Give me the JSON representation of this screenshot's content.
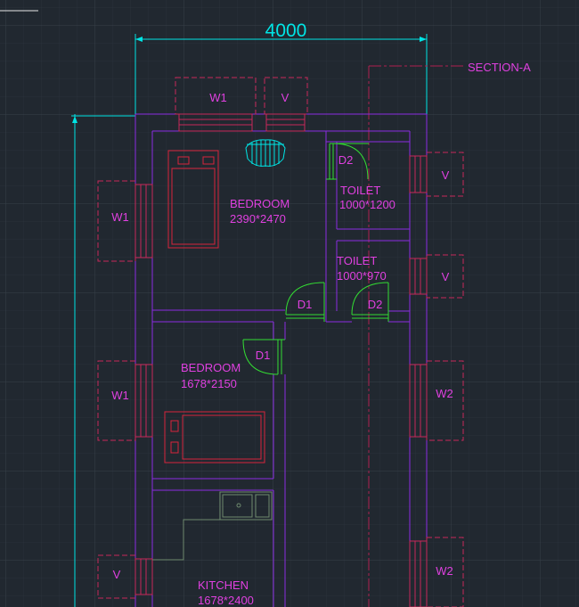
{
  "colors": {
    "background": "#212830",
    "grid_minor": "#2a323b",
    "grid_major": "#343e48",
    "wall": "#8a2be2",
    "window": "#c8285a",
    "furniture": "#d8243c",
    "door": "#33dd33",
    "dimension": "#00e5e5",
    "text": "#e040e0",
    "section_line": "#b02050",
    "kitchen_fixture": "#6e8a6e"
  },
  "dimension": {
    "width_label": "4000"
  },
  "section": {
    "label": "SECTION-A"
  },
  "rooms": [
    {
      "id": "bedroom-1",
      "name": "BEDROOM",
      "size": "2390*2470"
    },
    {
      "id": "toilet-1",
      "name": "TOILET",
      "size": "1000*1200"
    },
    {
      "id": "toilet-2",
      "name": "TOILET",
      "size": "1000*970"
    },
    {
      "id": "bedroom-2",
      "name": "BEDROOM",
      "size": "1678*2150"
    },
    {
      "id": "kitchen",
      "name": "KITCHEN",
      "size": "1678*2400"
    }
  ],
  "doors": [
    "D2",
    "D1",
    "D2",
    "D1"
  ],
  "windows": [
    "W1",
    "V",
    "W1",
    "V",
    "V",
    "W1",
    "W2",
    "V",
    "W2"
  ]
}
